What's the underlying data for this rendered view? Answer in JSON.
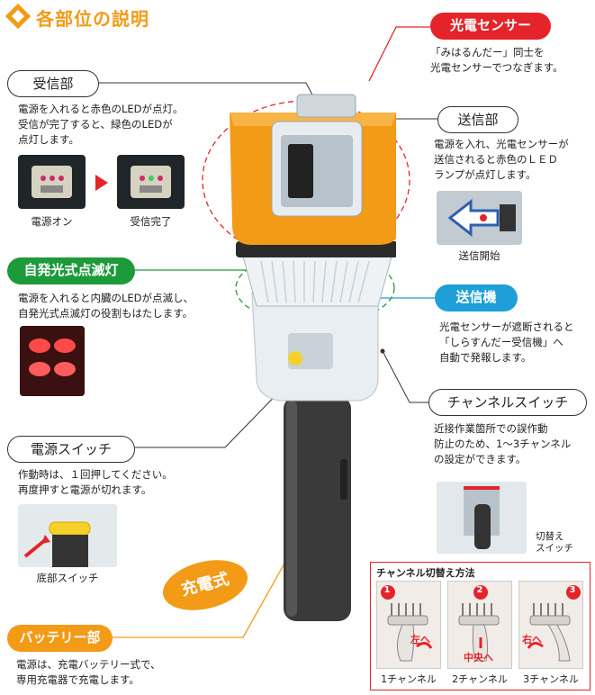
{
  "section_title": "各部位の説明",
  "colors": {
    "orange": "#f39a16",
    "red": "#e5232a",
    "green": "#1d9a3a",
    "blue": "#1e9fd8"
  },
  "parts": {
    "optical_sensor": {
      "label": "光電センサー",
      "desc": "「みはるんだー」同士を\n光電センサーでつなぎます。"
    },
    "receiver": {
      "label": "受信部",
      "desc": "電源を入れると赤色のLEDが点灯。\n受信が完了すると、緑色のLEDが\n点灯します。",
      "captions": [
        "電源オン",
        "受信完了"
      ]
    },
    "transmitter": {
      "label": "送信部",
      "desc": "電源を入れ、光電センサーが\n送信されると赤色のＬＥＤ\nランプが点灯します。",
      "caption": "送信開始"
    },
    "flasher": {
      "label": "自発光式点滅灯",
      "desc": "電源を入れると内臓のLEDが点滅し、\n自発光式点滅灯の役割もはたします。"
    },
    "transmitter_unit": {
      "label": "送信機",
      "desc": "光電センサーが遮断されると\n「しらすんだー受信機」へ\n自動で発報します。"
    },
    "channel_switch": {
      "label": "チャンネルスイッチ",
      "desc": "近接作業箇所での誤作動\n防止のため、1～3チャンネル\nの設定ができます。",
      "photo_caption": "切替え\nスイッチ"
    },
    "power_switch": {
      "label": "電源スイッチ",
      "desc": "作動時は、１回押してください。\n再度押すと電源が切れます。",
      "caption": "底部スイッチ"
    },
    "charging": {
      "label": "充電式"
    },
    "battery": {
      "label": "バッテリー部",
      "desc": "電源は、充電バッテリー式で、\n専用充電器で充電します。"
    }
  },
  "channel_method": {
    "title": "チャンネル切替え方法",
    "steps": [
      {
        "num": "1",
        "direction": "左へ",
        "caption": "1チャンネル"
      },
      {
        "num": "2",
        "direction": "中央へ",
        "caption": "2チャンネル"
      },
      {
        "num": "3",
        "direction": "右へ",
        "caption": "3チャンネル"
      }
    ]
  }
}
